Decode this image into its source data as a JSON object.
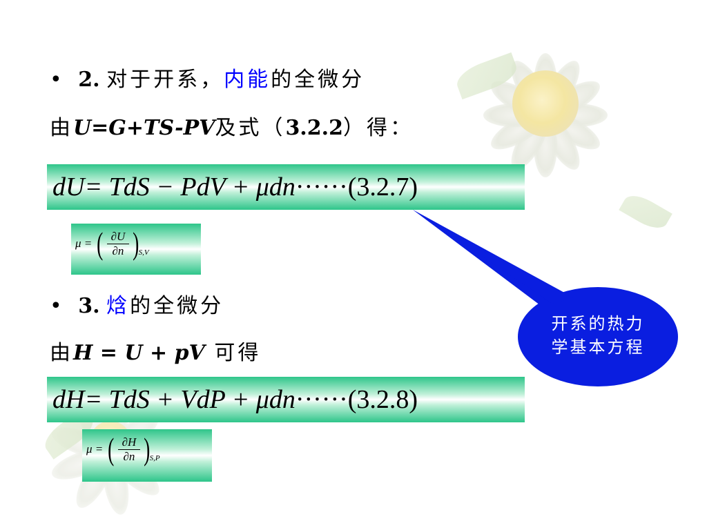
{
  "line1": {
    "bullet": "•",
    "number": "2.",
    "text_before": "对于开系，",
    "highlight": "内能",
    "text_after": "的全微分"
  },
  "line2": {
    "prefix": "由",
    "formula": "U=G+TS-PV",
    "suffix": "及式（",
    "ref": "3.2.2",
    "end": "）得："
  },
  "eq1": {
    "lhs": "dU",
    "rhs": " = TdS − PdV + μdn",
    "dots": "······",
    "tag": "(3.2.7)"
  },
  "mu1": {
    "mu": "μ =",
    "num": "∂U",
    "den": "∂n",
    "sub": "S,V"
  },
  "line3": {
    "bullet": "•",
    "number": "3.",
    "highlight": "焓",
    "text_after": "的全微分"
  },
  "line4": {
    "prefix": "由",
    "formula": "H = U + pV",
    "suffix": " 可得"
  },
  "eq2": {
    "lhs": "dH",
    "rhs": " = TdS + VdP + μdn",
    "dots": "······",
    "tag": "(3.2.8)"
  },
  "mu2": {
    "mu": "μ =",
    "num": "∂H",
    "den": "∂n",
    "sub": "S,P"
  },
  "callout": {
    "line1": "开系的热力",
    "line2": "学基本方程",
    "fill": "#0a1ee0"
  }
}
